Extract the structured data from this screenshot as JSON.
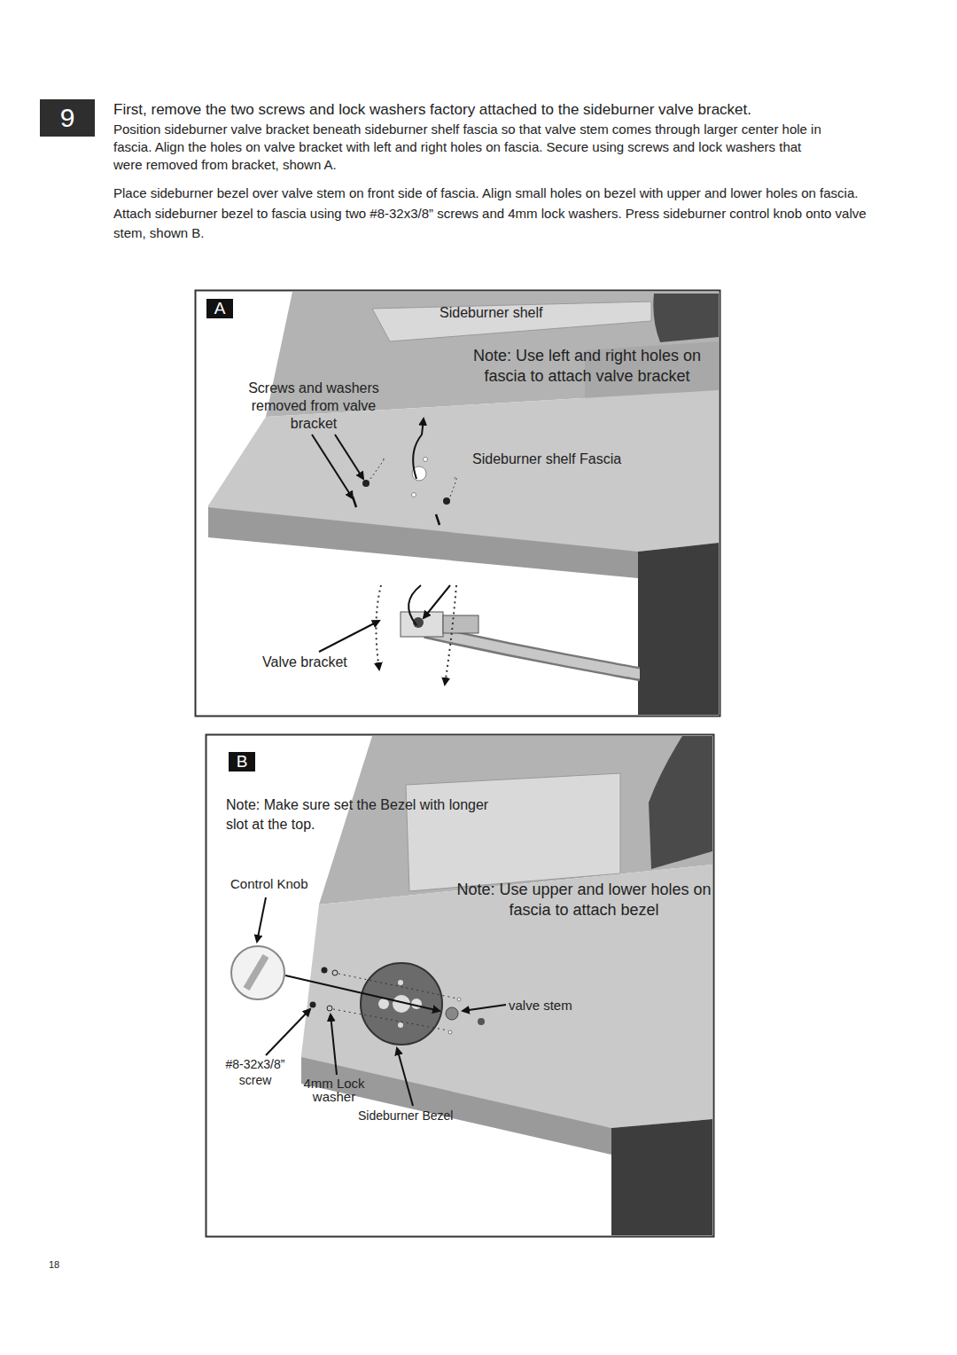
{
  "diagram": {
    "nodes": [
      {
        "text": [
          "9"
        ]
      },
      {
        "text": [
          "A"
        ]
      },
      {
        "text": [
          "B"
        ]
      }
    ],
    "labels": [
      "First, remove the two screws and lock washers factory attached to the sideburner valve bracket.",
      "Position sideburner valve bracket beneath sideburner shelf fascia so that valve stem comes through larger center hole in fascia. Align the holes on valve bracket with left and right holes on fascia. Secure using screws and lock washers that were removed from bracket, shown A.",
      "Place sideburner bezel over valve stem on front side of fascia. Align small holes on bezel with upper and lower holes on fascia. Attach sideburner bezel to fascia using two #8-32x3/8” screws and 4mm lock washers. Press sideburner control knob onto valve stem, shown B.",
      "Sideburner shelf",
      "Note: Use left and right holes on fascia to attach valve bracket",
      "Screws and washers removed from valve bracket",
      "Sideburner shelf Fascia",
      "Valve bracket",
      "Note: Make sure set the Bezel with longer slot at the top.",
      "Control Knob",
      "Note: Use upper and lower holes on fascia to attach bezel",
      "valve stem",
      "#8-32x3/8” screw",
      "4mm Lock washer",
      "Sideburner Bezel",
      "18"
    ]
  }
}
